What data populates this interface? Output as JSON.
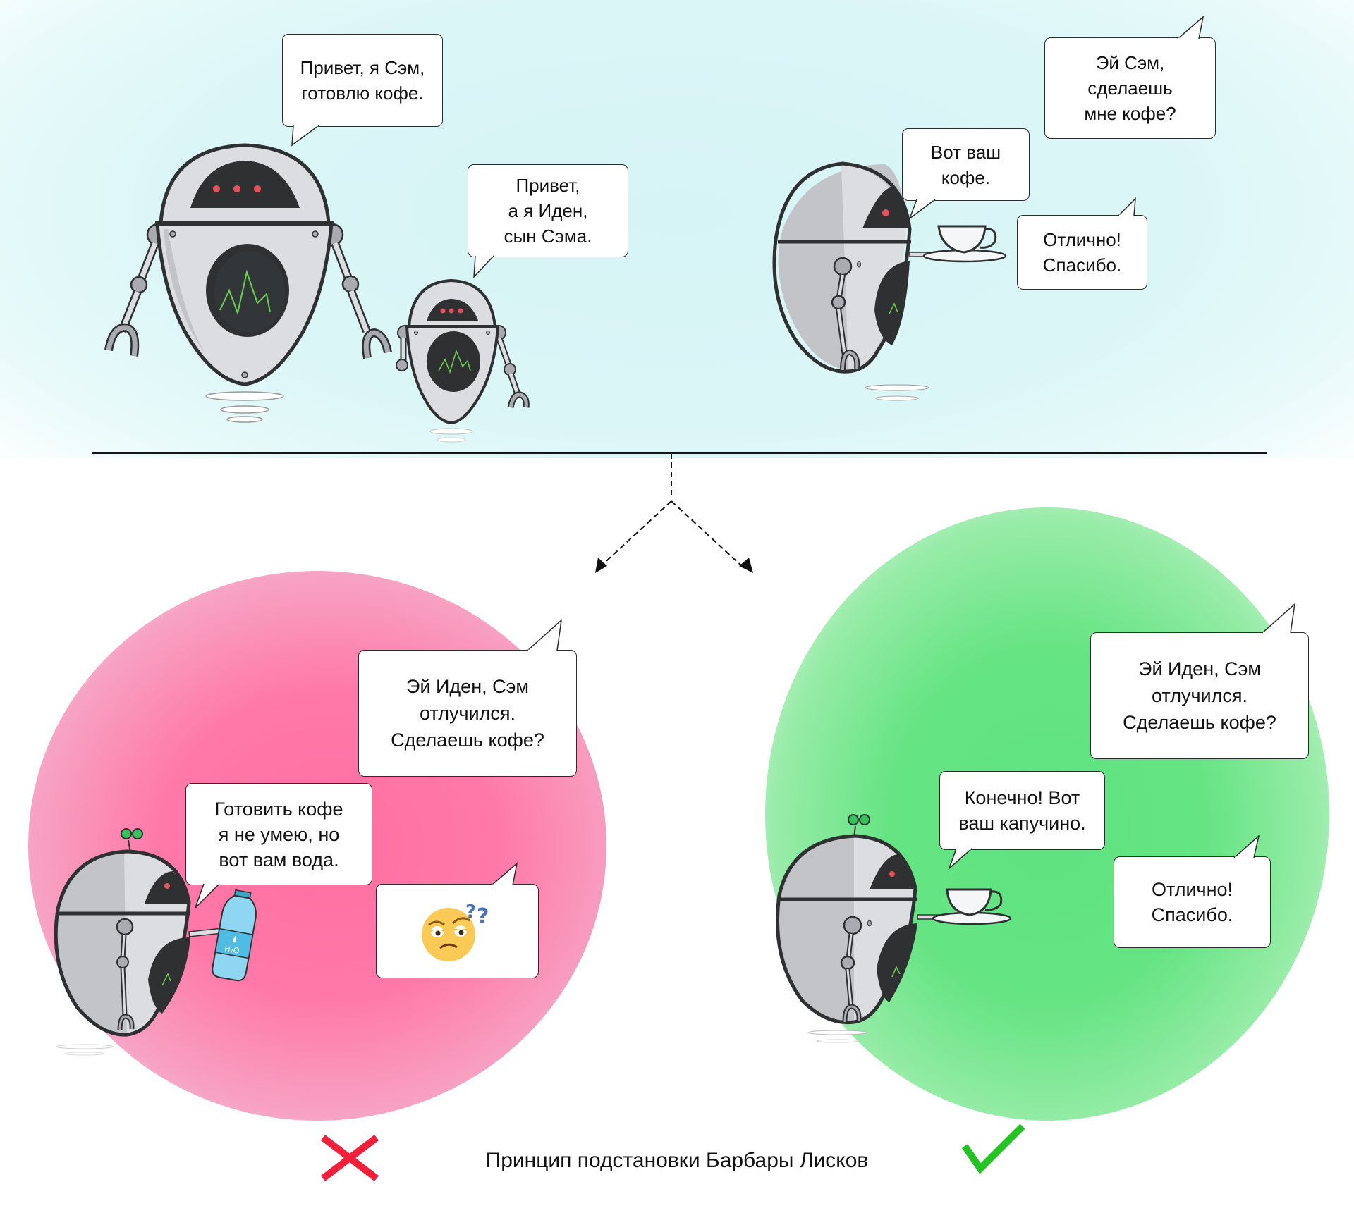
{
  "title": "Принцип подстановки Барбары Лисков",
  "colors": {
    "sky": "#d9f5f6",
    "bad_aura": "#ff6fa0",
    "good_aura": "#5fe27f",
    "cross": "#f0203a",
    "check": "#22c322",
    "robot_body": "#dcdde1",
    "robot_shade": "#c3c4c8",
    "robot_dark": "#2e3032",
    "robot_eye": "#e8505b",
    "screen_line": "#6bd14f",
    "antenna": "#36c25a"
  },
  "top_scene": {
    "sam_intro": "Привет, я Сэм,\nготовлю кофе.",
    "eden_intro": "Привет,\nа я Иден,\nсын Сэма.",
    "customer_request": "Эй Сэм,\nсделаешь\nмне кофе?",
    "sam_reply": "Вот ваш\nкофе.",
    "customer_thanks": "Отлично!\nСпасибо."
  },
  "bad_scene": {
    "customer_request": "Эй Иден, Сэм\nотлучился.\nСделаешь кофе?",
    "eden_reply": "Готовить кофе\nя не умею, но\nвот вам вода.",
    "customer_reaction": "confused-face-emoji",
    "bottle_label": "H₂O",
    "verdict": "cross-icon"
  },
  "good_scene": {
    "customer_request": "Эй Иден, Сэм\nотлучился.\nСделаешь кофе?",
    "eden_reply": "Конечно! Вот\nваш капучино.",
    "customer_thanks": "Отлично!\nСпасибо.",
    "verdict": "check-icon"
  }
}
